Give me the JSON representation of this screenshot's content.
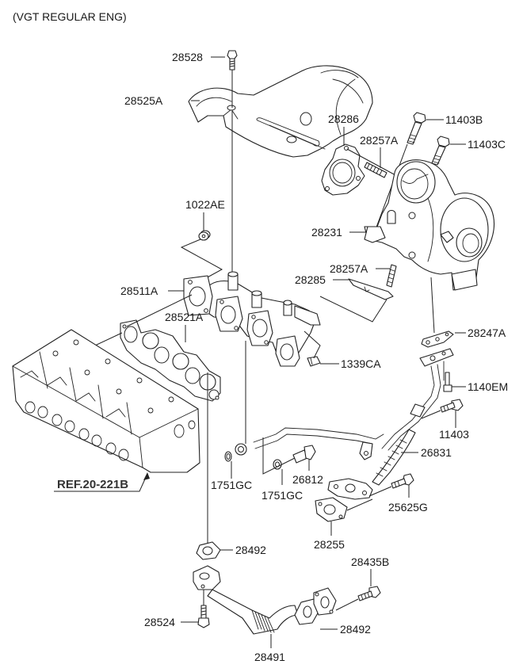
{
  "title": "(VGT REGULAR ENG)",
  "reference": {
    "label": "REF.20-221B"
  },
  "parts": {
    "p28528": "28528",
    "p28525A": "28525A",
    "p28286": "28286",
    "p11403B": "11403B",
    "p28257A_top": "28257A",
    "p11403C": "11403C",
    "p1022AE": "1022AE",
    "p28231": "28231",
    "p28257A_bottom": "28257A",
    "p28285": "28285",
    "p28511A": "28511A",
    "p28521A": "28521A",
    "p28247A": "28247A",
    "p1339CA": "1339CA",
    "p1140EM": "1140EM",
    "p11403": "11403",
    "p26831": "26831",
    "p1751GC_left": "1751GC",
    "p1751GC_right": "1751GC",
    "p26812": "26812",
    "p25625G": "25625G",
    "p28255": "28255",
    "p28492_top": "28492",
    "p28435B": "28435B",
    "p28524": "28524",
    "p28492_bottom": "28492",
    "p28491": "28491"
  }
}
